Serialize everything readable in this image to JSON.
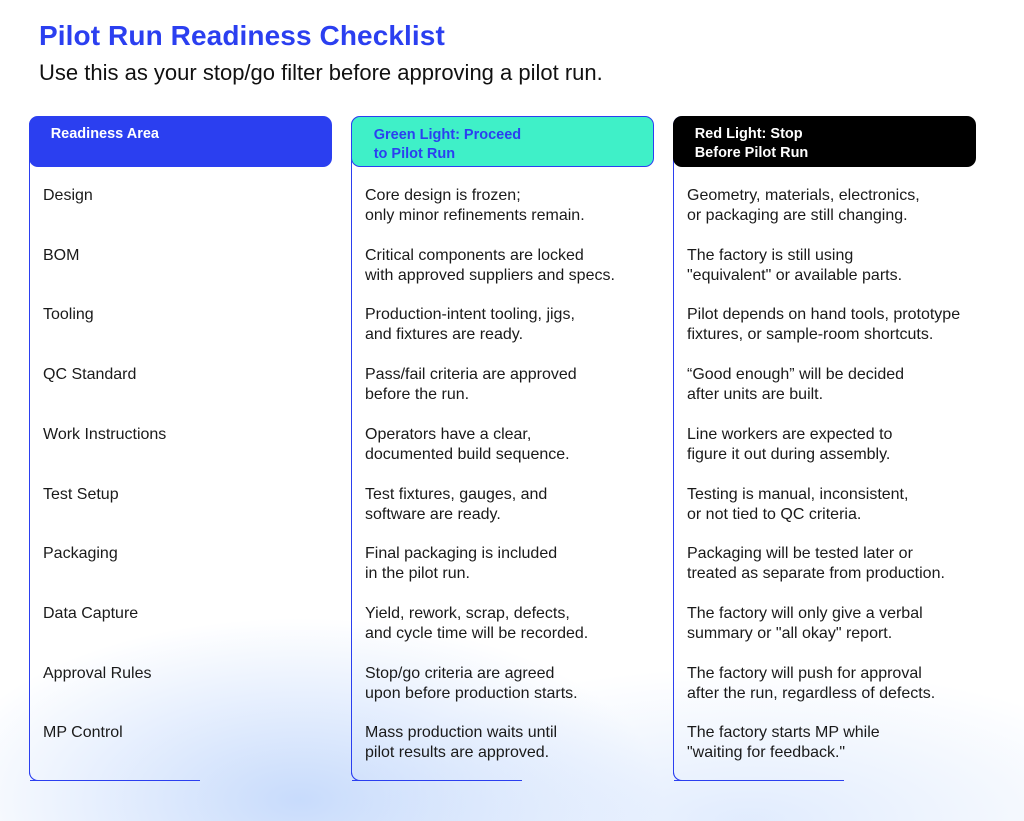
{
  "title": "Pilot Run Readiness Checklist",
  "subtitle": "Use this as your stop/go filter before approving a pilot run.",
  "colors": {
    "accent_blue": "#2b3ff0",
    "green_light": "#3ff0c8",
    "red_light_header": "#000000"
  },
  "columns": {
    "area": {
      "header": "Readiness Area"
    },
    "green": {
      "header": "Green Light: Proceed\nto Pilot Run"
    },
    "red": {
      "header": "Red Light: Stop\nBefore Pilot Run"
    }
  },
  "rows": [
    {
      "area": "Design",
      "green": "Core design is frozen;\nonly minor refinements remain.",
      "red": "Geometry, materials, electronics,\nor packaging are still changing."
    },
    {
      "area": "BOM",
      "green": "Critical components are locked\nwith approved suppliers and specs.",
      "red": "The factory is still using\n\"equivalent\" or available parts."
    },
    {
      "area": "Tooling",
      "green": "Production-intent tooling, jigs,\nand fixtures are ready.",
      "red": "Pilot depends on hand tools, prototype\nfixtures, or sample-room shortcuts."
    },
    {
      "area": "QC Standard",
      "green": "Pass/fail criteria are approved\nbefore the run.",
      "red": "“Good enough” will be decided\nafter units are built."
    },
    {
      "area": "Work Instructions",
      "green": "Operators have a clear,\ndocumented build sequence.",
      "red": "Line workers are expected to\nfigure it out during assembly."
    },
    {
      "area": "Test Setup",
      "green": "Test fixtures, gauges, and\nsoftware are ready.",
      "red": "Testing is manual, inconsistent,\nor not tied to QC criteria."
    },
    {
      "area": "Packaging",
      "green": "Final packaging is included\nin the pilot run.",
      "red": "Packaging will be tested later or\ntreated as separate from production."
    },
    {
      "area": "Data Capture",
      "green": "Yield, rework, scrap, defects,\nand cycle time will be recorded.",
      "red": "The factory will only give a verbal\nsummary or \"all okay\" report."
    },
    {
      "area": "Approval Rules",
      "green": "Stop/go criteria are agreed\nupon before production starts.",
      "red": "The factory will push for approval\nafter the run, regardless of defects."
    },
    {
      "area": "MP Control",
      "green": "Mass production waits until\npilot results are approved.",
      "red": "The factory starts MP while\n\"waiting for feedback.\""
    }
  ]
}
